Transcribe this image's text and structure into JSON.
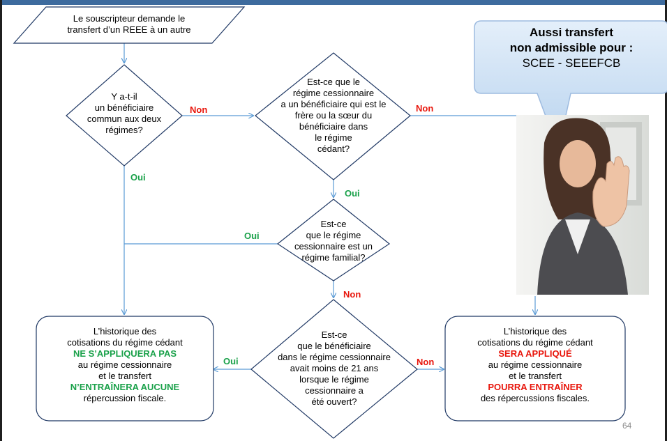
{
  "start": {
    "lines": [
      "Le souscripteur demande le",
      "transfert d’un REEE à un autre"
    ]
  },
  "decision1": {
    "lines": [
      "Y a-t-il",
      "un bénéficiaire",
      "commun aux deux",
      "régimes?"
    ]
  },
  "decision2": {
    "lines": [
      "Est-ce que le",
      "régime cessionnaire",
      "a un bénéficiaire qui est le",
      "frère ou la sœur du",
      "bénéficiaire dans",
      "le régime",
      "cédant?"
    ]
  },
  "decision3": {
    "lines": [
      "Est-ce",
      "que le régime",
      "cessionnaire est un",
      "régime familial?"
    ]
  },
  "decision4": {
    "lines": [
      "Est-ce",
      "que le bénéficiaire",
      "dans le régime cessionnaire",
      "avait moins de 21 ans",
      "lorsque le régime",
      "cessionnaire a",
      "été ouvert?"
    ]
  },
  "labels": {
    "non1": "Non",
    "non2": "Non",
    "oui1": "Oui",
    "oui2": "Oui",
    "oui3": "Oui",
    "non3": "Non",
    "oui4": "Oui",
    "non4": "Non"
  },
  "result_left": {
    "line1": "L’historique des",
    "line2": "cotisations du régime cédant",
    "highlight1": "NE S’APPLIQUERA PAS",
    "line3": "au régime cessionnaire",
    "line4": "et le transfert",
    "highlight2": "N’ENTRAÎNERA AUCUNE",
    "line5": "répercussion fiscale."
  },
  "result_right": {
    "line1": "L’historique des",
    "line2": "cotisations du régime cédant",
    "highlight1": "SERA APPLIQUÉ",
    "line3": "au régime cessionnaire",
    "line4": "et le transfert",
    "highlight2": "POURRA ENTRAÎNER",
    "line5": "des répercussions fiscales."
  },
  "callout": {
    "line1": "Aussi transfert",
    "line2": "non admissible pour :",
    "line3": "SCEE - SEEEFCB"
  },
  "page_number": "64",
  "colors": {
    "flow_line": "#5b9bd5",
    "shape_border": "#1f3864",
    "green": "#1aa14a",
    "red": "#e8160c",
    "callout_fill": "#cfe2f5",
    "top_bar": "#3d6b9e"
  }
}
